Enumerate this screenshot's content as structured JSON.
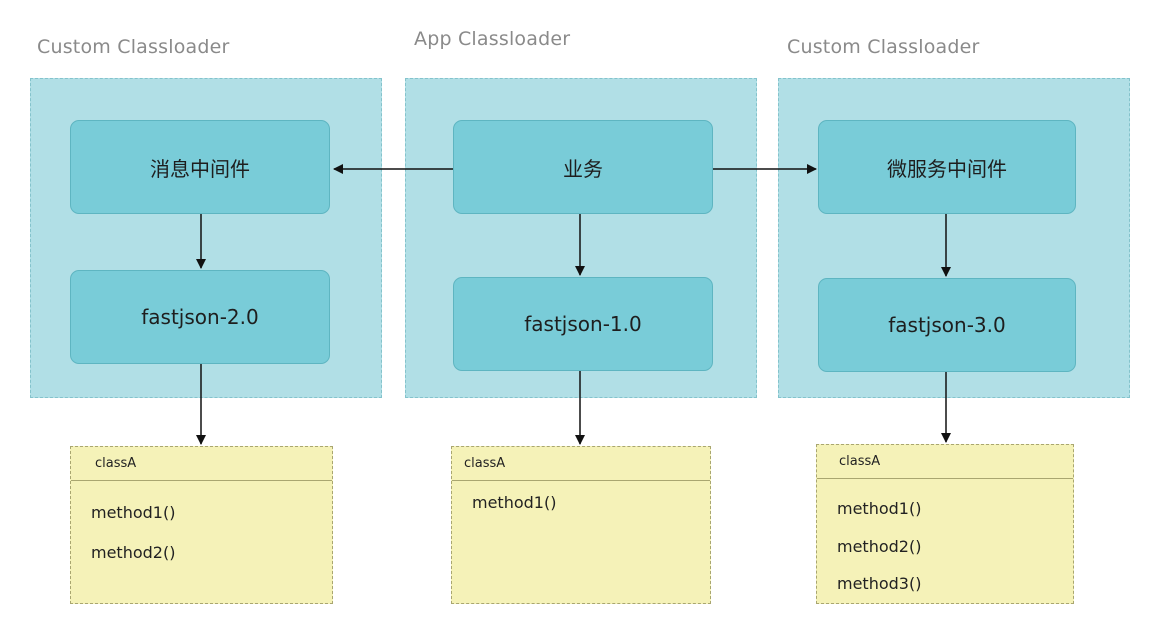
{
  "loaders": [
    {
      "title": "Custom Classloader",
      "top_node": "消息中间件",
      "lib_node": "fastjson-2.0",
      "class": {
        "name": "classA",
        "methods": [
          "method1()",
          "method2()"
        ]
      }
    },
    {
      "title": "App Classloader",
      "top_node": "业务",
      "lib_node": "fastjson-1.0",
      "class": {
        "name": "classA",
        "methods": [
          "method1()"
        ]
      }
    },
    {
      "title": "Custom Classloader",
      "top_node": "微服务中间件",
      "lib_node": "fastjson-3.0",
      "class": {
        "name": "classA",
        "methods": [
          "method1()",
          "method2()",
          "method3()"
        ]
      }
    }
  ]
}
